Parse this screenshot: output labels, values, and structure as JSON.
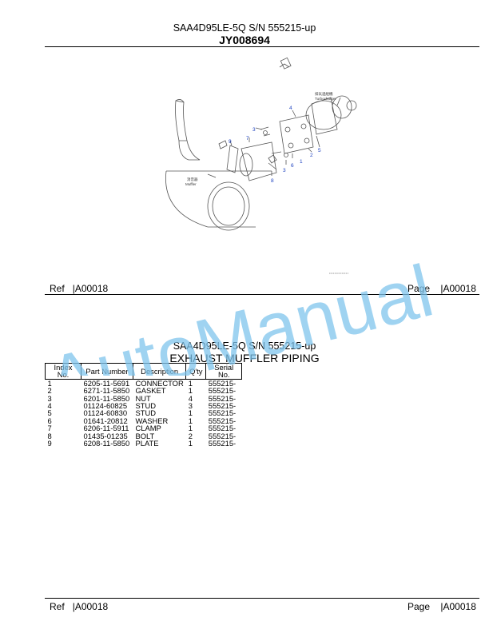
{
  "header": {
    "model_line": "SAA4D95LE-5Q S/N 555215-up",
    "code": "JY008694"
  },
  "diagram": {
    "labels": {
      "turbocharger": "Turbocharger",
      "turbocharger_jp": "排気過給機",
      "muffler": "Muffler",
      "muffler_jp": "消音器"
    },
    "callouts": [
      "1",
      "2",
      "3",
      "3",
      "4",
      "5",
      "6",
      "7",
      "8",
      "9"
    ]
  },
  "ref_top": {
    "ref_label": "Ref",
    "ref_value": "|A00018",
    "page_label": "Page",
    "page_value": "|A00018"
  },
  "ref_bottom": {
    "ref_label": "Ref",
    "ref_value": "|A00018",
    "page_label": "Page",
    "page_value": "|A00018"
  },
  "parts_section": {
    "model_line": "SAA4D95LE-5Q S/N 555215-up",
    "title": "EXHAUST MUFFLER PIPING",
    "columns": [
      "Index No.",
      "Part Number",
      "Description",
      "Q'ty",
      "Serial No."
    ],
    "rows": [
      [
        "1",
        "6205-11-5691",
        "CONNECTOR",
        "1",
        "555215-"
      ],
      [
        "2",
        "6271-11-5850",
        "GASKET",
        "1",
        "555215-"
      ],
      [
        "3",
        "6201-11-5850",
        "NUT",
        "4",
        "555215-"
      ],
      [
        "4",
        "01124-60825",
        "STUD",
        "3",
        "555215-"
      ],
      [
        "5",
        "01124-60830",
        "STUD",
        "1",
        "555215-"
      ],
      [
        "6",
        "01641-20812",
        "WASHER",
        "1",
        "555215-"
      ],
      [
        "7",
        "6206-11-5911",
        "CLAMP",
        "1",
        "555215-"
      ],
      [
        "8",
        "01435-01235",
        "BOLT",
        "2",
        "555215-"
      ],
      [
        "9",
        "6208-11-5850",
        "PLATE",
        "1",
        "555215-"
      ]
    ]
  },
  "watermark": {
    "text": "AutoManual",
    "color": "#7fc4ec"
  }
}
